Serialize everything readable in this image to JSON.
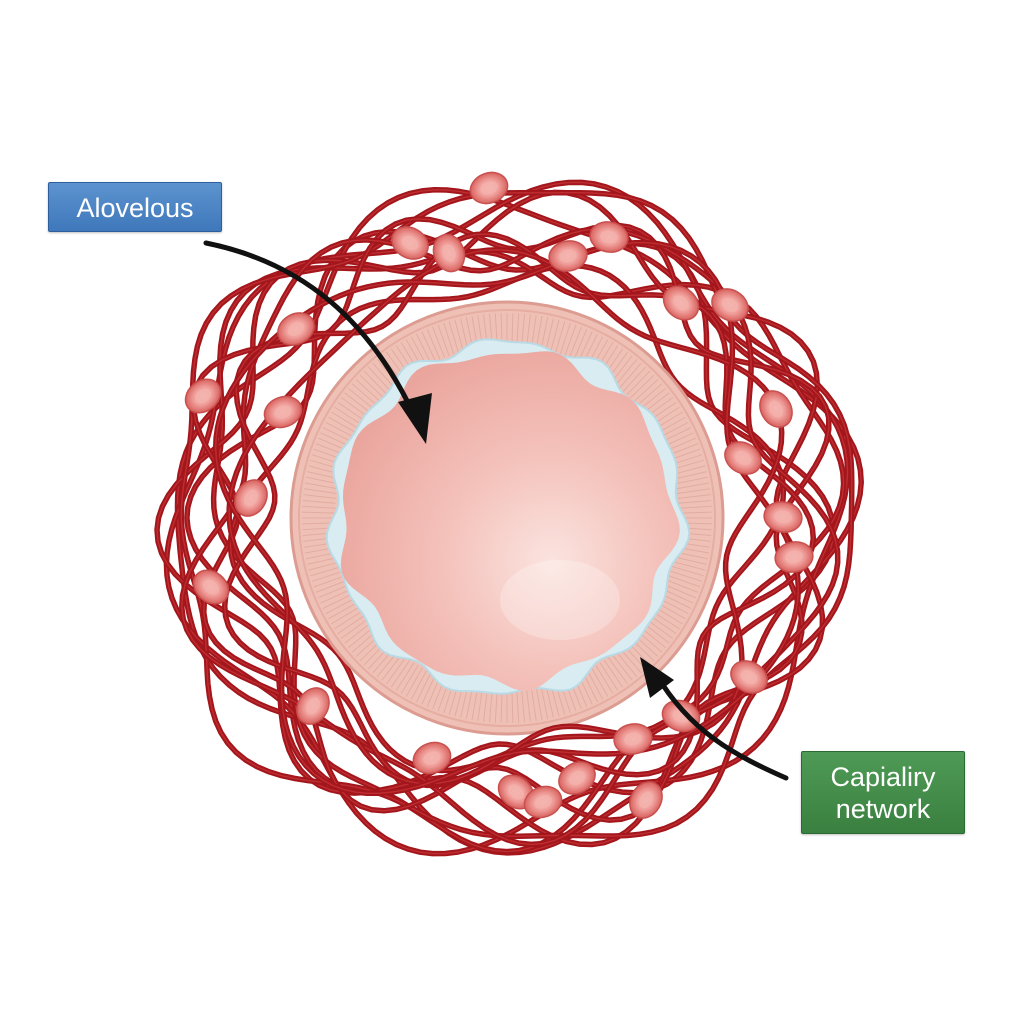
{
  "labels": {
    "alveolus": "Alovelous",
    "capillary_line1": "Capialiry",
    "capillary_line2": "network"
  },
  "colors": {
    "vessel": "#a3161b",
    "vessel_highlight": "#c9383c",
    "rbc_fill": "#ef9c98",
    "rbc_rim": "#c8514f",
    "alveolus_lumen": "#f1b3ab",
    "alveolus_wall": "#efc1b6",
    "alveolus_lining": "#d8ecf2",
    "alveolus_label_bg": "#4a84c4",
    "capillary_label_bg": "#459050",
    "arrow": "#111111"
  },
  "icons": {
    "arrow_to_alveolus": "curved-arrow-icon",
    "arrow_to_capillary": "curved-arrow-icon"
  }
}
